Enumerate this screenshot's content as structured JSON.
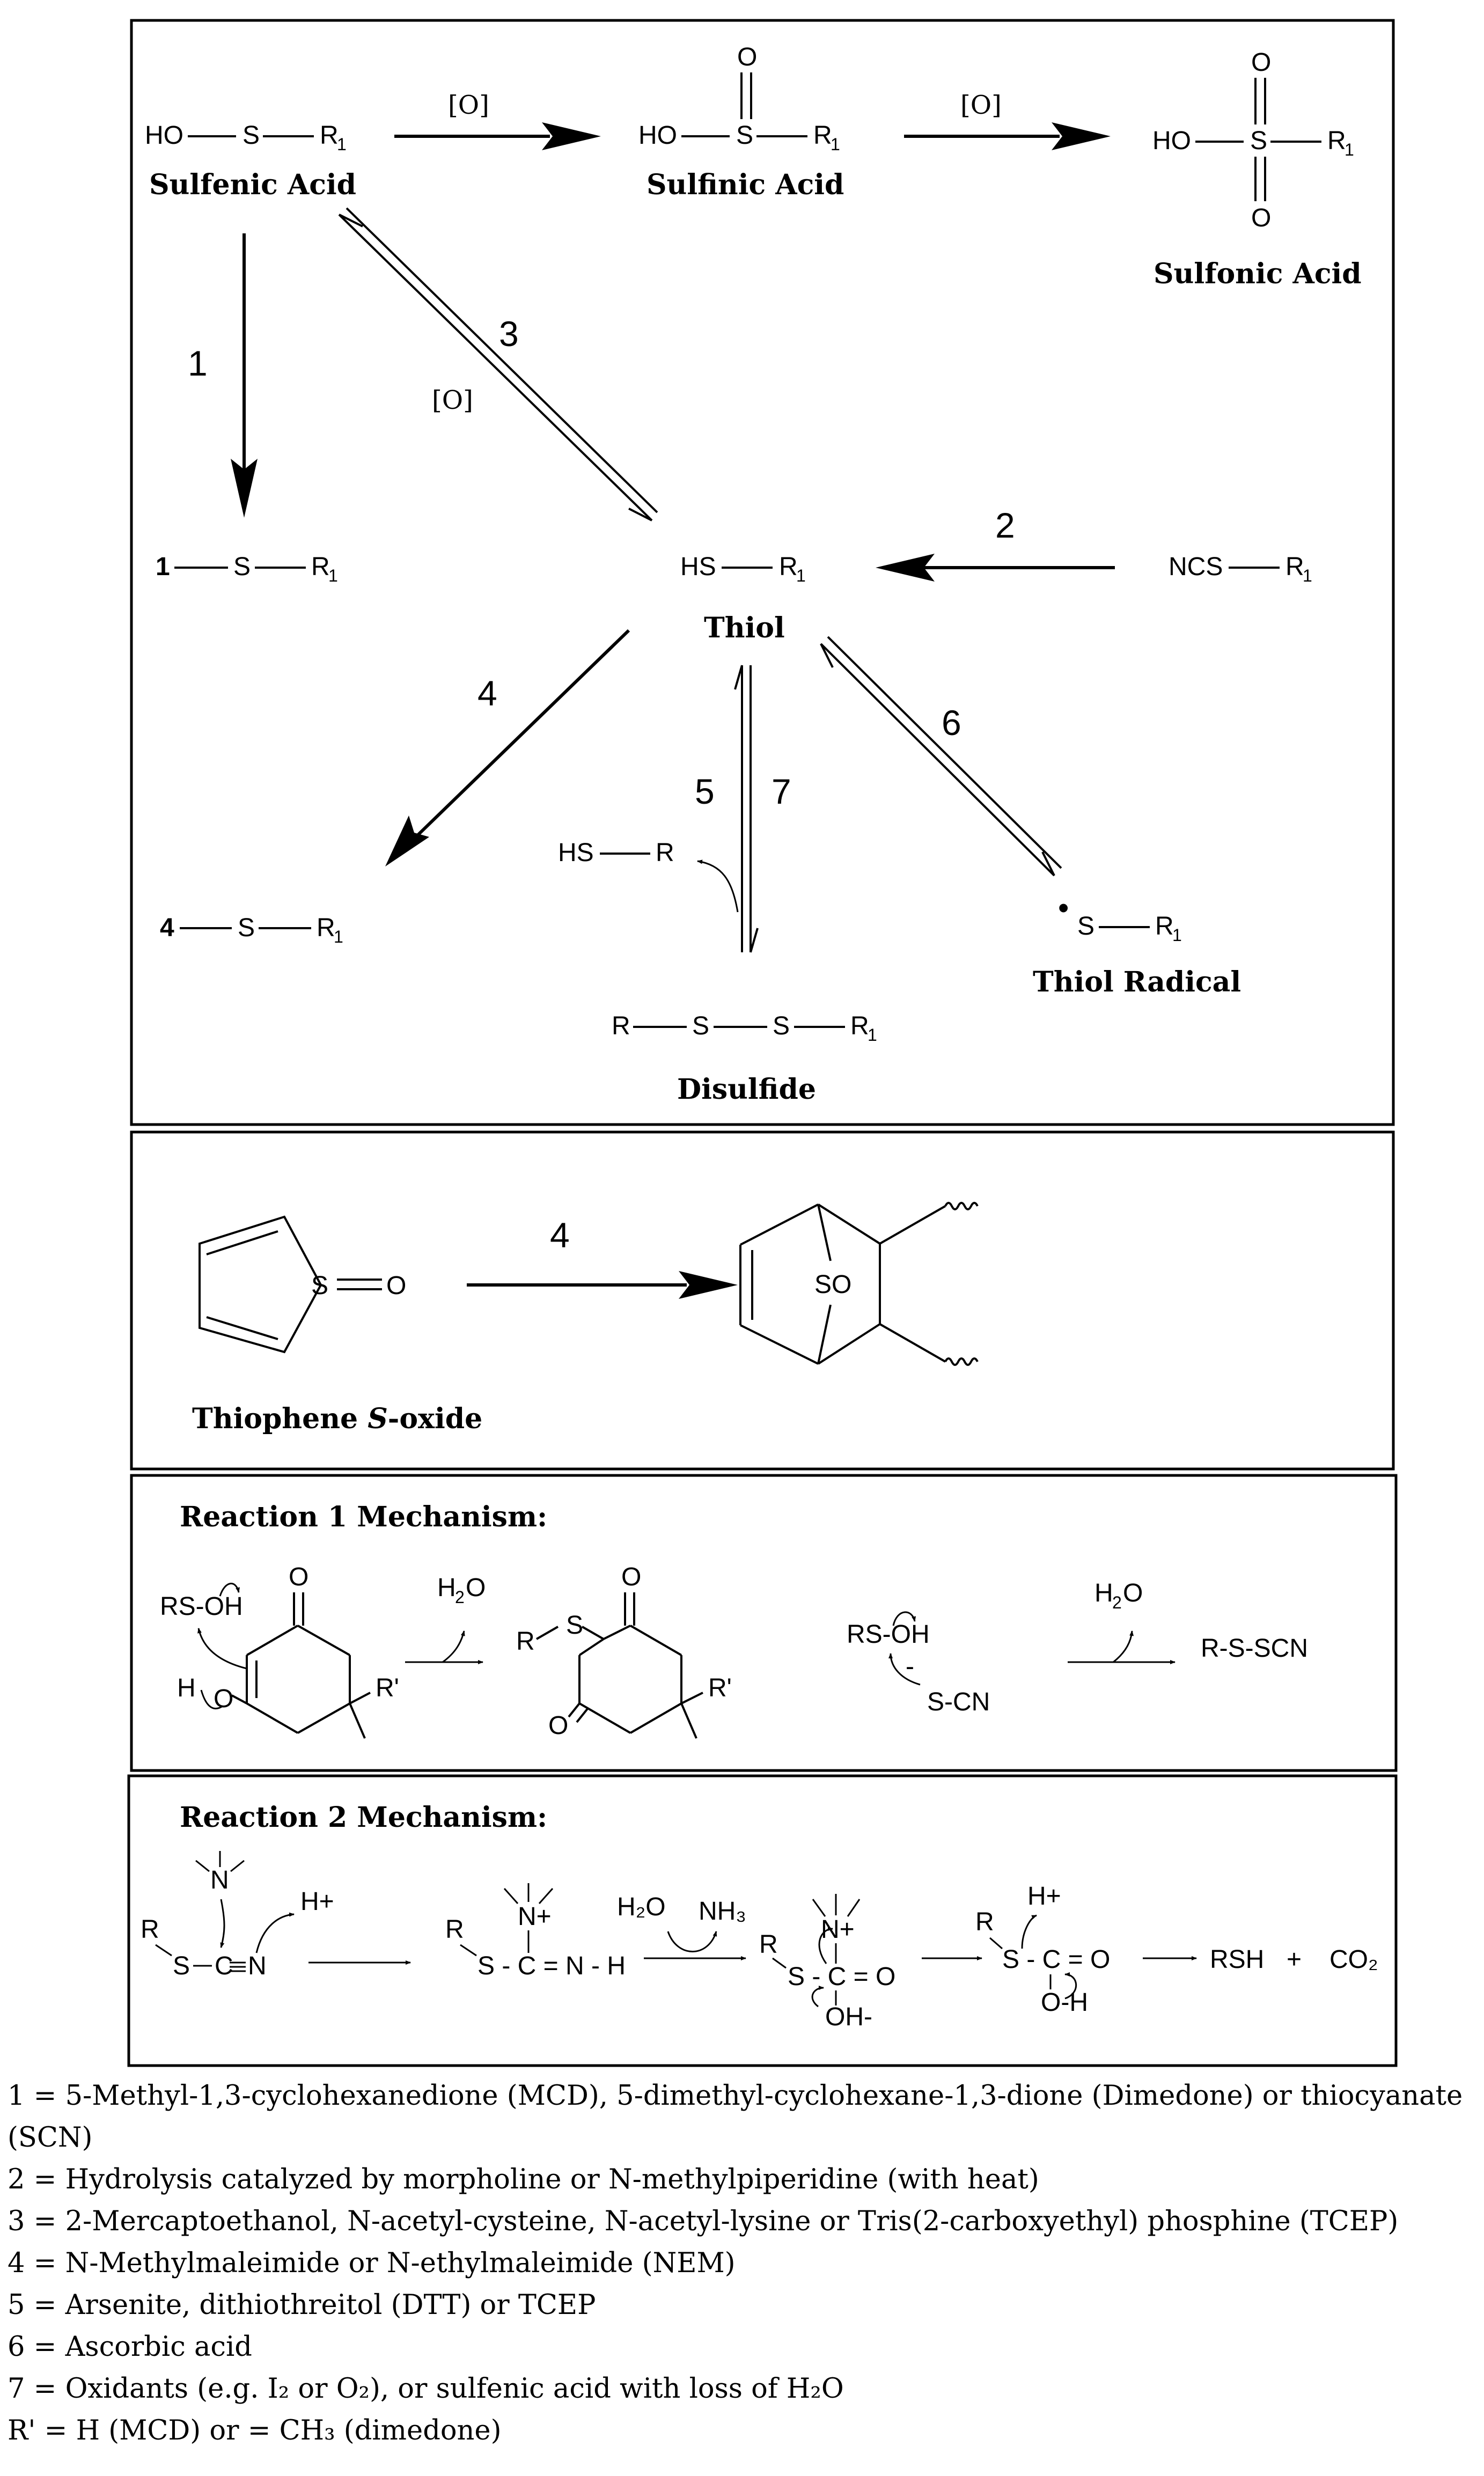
{
  "panel_main": {
    "sulfenic_formula": {
      "a": "HO",
      "b": "S",
      "c": "R",
      "sub": "1"
    },
    "sulfenic_label": "Sulfenic Acid",
    "sulfinic_formula": {
      "a": "HO",
      "b": "S",
      "c": "R",
      "sub": "1",
      "o": "O"
    },
    "sulfinic_label": "Sulfinic Acid",
    "sulfonic_formula": {
      "a": "HO",
      "b": "S",
      "c": "R",
      "sub": "1",
      "o": "O"
    },
    "sulfonic_label": "Sulfonic Acid",
    "ox_label_1": "[O]",
    "ox_label_2": "[O]",
    "ox_label_3": "[O]",
    "step_labels": {
      "s1": "1",
      "s2": "2",
      "s3": "3",
      "s4": "4",
      "s5": "5",
      "s6": "6",
      "s7": "7"
    },
    "product1": {
      "a": "1",
      "b": "S",
      "c": "R",
      "sub": "1"
    },
    "thiol_formula": {
      "a": "HS",
      "c": "R",
      "sub": "1"
    },
    "thiol_label": "Thiol",
    "ncs_formula": {
      "a": "NCS",
      "c": "R",
      "sub": "1"
    },
    "product4": {
      "a": "4",
      "b": "S",
      "c": "R",
      "sub": "1"
    },
    "hsr_formula": {
      "a": "HS",
      "c": "R"
    },
    "disulfide_formula": {
      "a": "R",
      "b": "S",
      "b2": "S",
      "c": "R",
      "sub": "1"
    },
    "disulfide_label": "Disulfide",
    "radical_formula": {
      "dot": "•",
      "b": "S",
      "c": "R",
      "sub": "1"
    },
    "radical_label": "Thiol Radical"
  },
  "panel_thiophene": {
    "step": "4",
    "so_left": "S",
    "o_left": "O",
    "so_bridge": "SO",
    "label_main": "Thiophene ",
    "label_italic": "S",
    "label_end": "-oxide"
  },
  "panel_r1": {
    "title": "Reaction  1 Mechanism:",
    "rsoh": "RS-OH",
    "h": "H",
    "o": "O",
    "o_top": "O",
    "rprime": "R'",
    "h2o": "H",
    "h2o_sub": "2",
    "h2o_o": "O",
    "r_s": "R",
    "s_sub": "S",
    "o_top2": "O",
    "o_bottom2": "O",
    "rprime2": "R'",
    "rsoh2": "RS-OH",
    "minus": "-",
    "scn": "S-CN",
    "h2o_b": "H",
    "h2o_b_sub": "2",
    "h2o_b_o": "O",
    "product": "R-S-SCN"
  },
  "panel_r2": {
    "title": "Reaction  2 Mechanism:",
    "n": "N",
    "r": "R",
    "s_c_n": "S",
    "c": "C",
    "n2": "N",
    "hplus": "H+",
    "nplus": "N+",
    "chain2": "S - C = N - H",
    "h2o": "H₂O",
    "nh3": "NH₃",
    "chain3_top": "N+",
    "chain3": "S - C = O",
    "oh_minus": "OH-",
    "hplus2": "H+",
    "chain4": "S - C = O",
    "oh4": "O-H",
    "rsh": "RSH",
    "plus": "+",
    "co2": "CO₂"
  },
  "legend": [
    "1 = 5-Methyl-1,3-cyclohexanedione (MCD), 5-dimethyl-cyclohexane-1,3-dione (Dimedone) or thiocyanate",
    "(SCN)",
    "2 = Hydrolysis catalyzed by morpholine or N-methylpiperidine (with heat)",
    "3 = 2-Mercaptoethanol, N-acetyl-cysteine, N-acetyl-lysine or Tris(2-carboxyethyl) phosphine (TCEP)",
    "4 = N-Methylmaleimide or N-ethylmaleimide (NEM)",
    "5 = Arsenite, dithiothreitol (DTT) or TCEP",
    "6 = Ascorbic acid",
    "7 = Oxidants (e.g. I₂ or O₂), or sulfenic acid with loss of H₂O",
    "R' = H (MCD) or = CH₃ (dimedone)"
  ]
}
